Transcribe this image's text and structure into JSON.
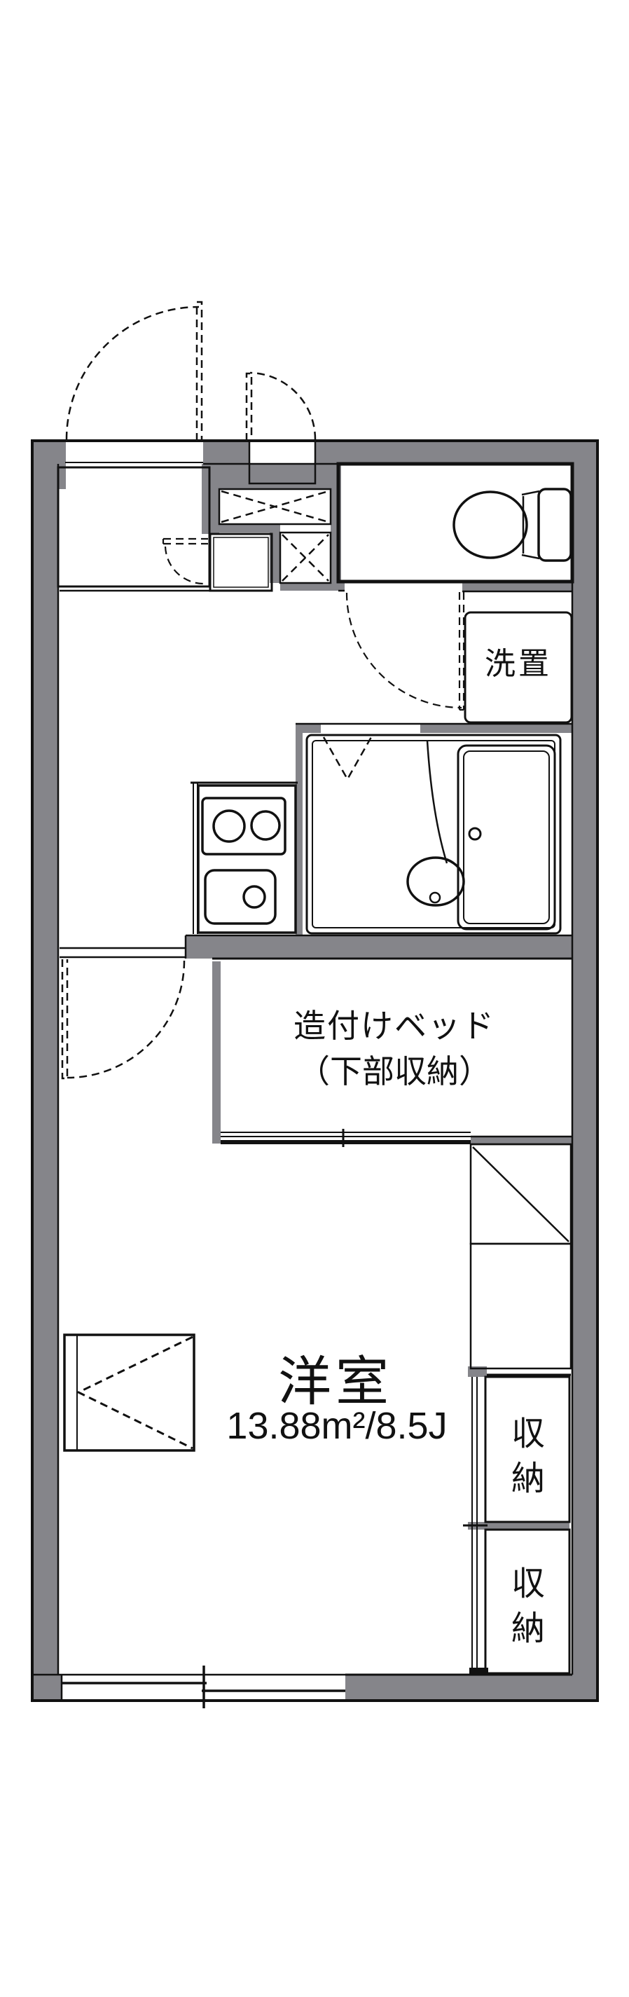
{
  "plan": {
    "type": "apartment-floor-plan",
    "labels": {
      "laundry": "洗置",
      "bed_line1": "造付けベッド",
      "bed_line2": "（下部収納）",
      "room_name": "洋室",
      "room_area": "13.88m²/8.5J",
      "storage1_char1": "収",
      "storage1_char2": "納",
      "storage2_char1": "収",
      "storage2_char2": "納"
    },
    "colors": {
      "wall": "#85858a",
      "fixture_blue": "#dce8f8",
      "cabinet_cream": "#fdf3e1",
      "line": "#111111",
      "background": "#ffffff"
    }
  }
}
